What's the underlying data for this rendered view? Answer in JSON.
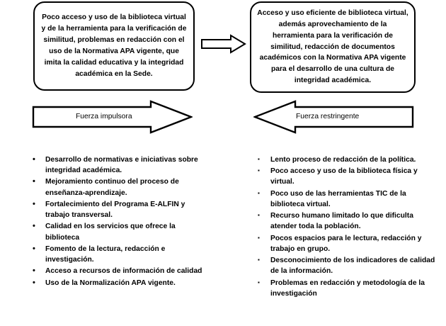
{
  "diagram": {
    "type": "force-field-analysis",
    "boxes": {
      "current_state": {
        "name": "situacion-actual",
        "text": "Poco acceso y uso de la biblioteca virtual y de la herramienta para la verificación de similitud, problemas en redacción con el uso de la Normativa APA vigente, que imita la calidad educativa y la integridad académica en la Sede."
      },
      "desired_state": {
        "name": "situacion-deseada",
        "text": "Acceso y uso eficiente de biblioteca virtual, además aprovechamiento de la herramienta para la verificación de similitud, redacción de documentos académicos con la Normativa APA vigente para el desarrollo de una cultura de integridad académica."
      }
    },
    "connector": {
      "icon": "right-block-arrow-icon",
      "direction": "right"
    },
    "forces": {
      "driving": {
        "label": "Fuerza impulsora",
        "direction": "right",
        "bullet": "•",
        "items": [
          "Desarrollo de normativas e iniciativas sobre integridad académica.",
          "Mejoramiento continuo del proceso de enseñanza-aprendizaje.",
          "Fortalecimiento del Programa E-ALFIN y trabajo transversal.",
          "Calidad en los servicios que ofrece la biblioteca",
          "Fomento de la lectura, redacción e investigación.",
          "Acceso a recursos de información de calidad",
          "Uso de la Normalización APA vigente."
        ]
      },
      "restraining": {
        "label": "Fuerza restringente",
        "direction": "left",
        "bullet": "▪",
        "items": [
          "Lento proceso de redacción de la política.",
          "Poco acceso y uso de la biblioteca física y virtual.",
          "Poco uso de las herramientas TIC de la biblioteca virtual.",
          "Recurso humano limitado lo que dificulta atender toda la población.",
          "Pocos espacios para le lectura, redacción y trabajo en grupo.",
          "Desconocimiento de los indicadores de calidad de la información.",
          "Problemas en redacción y metodología de la investigación"
        ]
      }
    },
    "colors": {
      "stroke": "#000000",
      "background": "#ffffff",
      "text": "#000000"
    }
  }
}
